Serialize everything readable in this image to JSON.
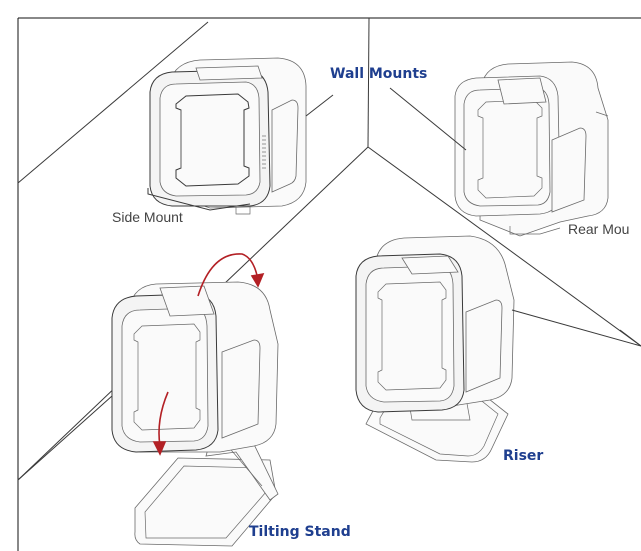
{
  "labels": {
    "wall_mounts": "Wall Mounts",
    "side_mount": "Side Mount",
    "rear_mount": "Rear Mou",
    "tilting_stand": "Tilting Stand",
    "riser": "Riser"
  },
  "colors": {
    "label_blue": "#1f3f8f",
    "arrow_red": "#b32025",
    "line": "#3a3a3a"
  }
}
